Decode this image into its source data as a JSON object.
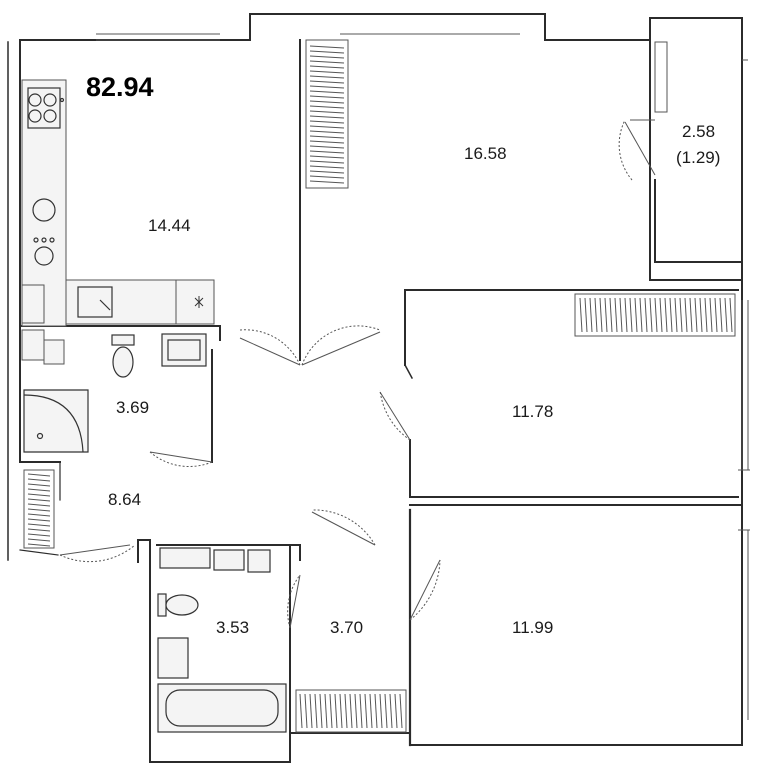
{
  "plan": {
    "total_area": "82.94",
    "rooms": [
      {
        "key": "kitchen",
        "area": "14.44"
      },
      {
        "key": "living",
        "area": "16.58"
      },
      {
        "key": "balcony",
        "area": "2.58"
      },
      {
        "key": "balcony_reduced",
        "area": "(1.29)"
      },
      {
        "key": "bath1",
        "area": "3.69"
      },
      {
        "key": "bedroom1",
        "area": "11.78"
      },
      {
        "key": "hall",
        "area": "8.64"
      },
      {
        "key": "bath2",
        "area": "3.53"
      },
      {
        "key": "corridor",
        "area": "3.70"
      },
      {
        "key": "bedroom2",
        "area": "11.99"
      }
    ]
  },
  "colors": {
    "wall": "#2b2b2b",
    "line": "#555555",
    "fixture_fill": "#f4f4f4"
  },
  "icons": [
    "stove-icon",
    "washing-machine-icon",
    "sink-icon",
    "toilet-icon",
    "shower-icon",
    "bathtub-icon",
    "radiator-icon",
    "door-swing-icon"
  ]
}
